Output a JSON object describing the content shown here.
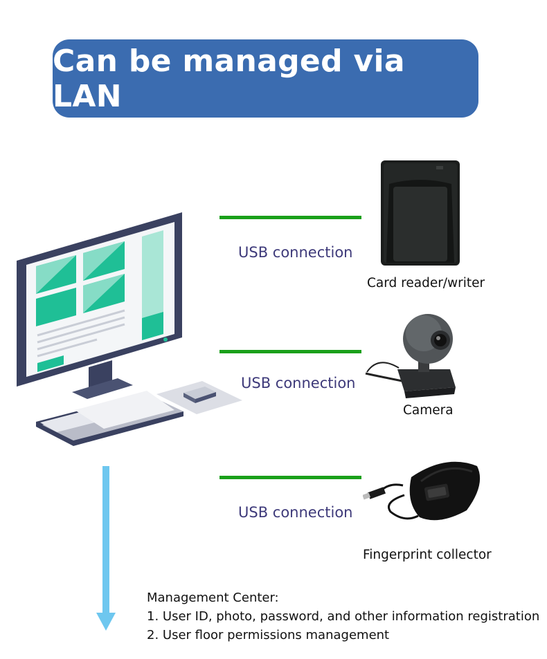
{
  "title": "Can be managed via LAN",
  "connections": [
    {
      "label": "USB connection",
      "device": "Card reader/writer"
    },
    {
      "label": "USB connection",
      "device": "Camera"
    },
    {
      "label": "USB connection",
      "device": "Fingerprint collector"
    }
  ],
  "management": {
    "heading": "Management Center:",
    "items": [
      "1. User ID, photo, password, and other information registration",
      "2. User floor permissions management"
    ]
  },
  "colors": {
    "banner": "#3b6cb0",
    "connector_line": "#1aa01a",
    "arrow": "#6ec7ef",
    "screen_accent": "#1fbf96"
  }
}
